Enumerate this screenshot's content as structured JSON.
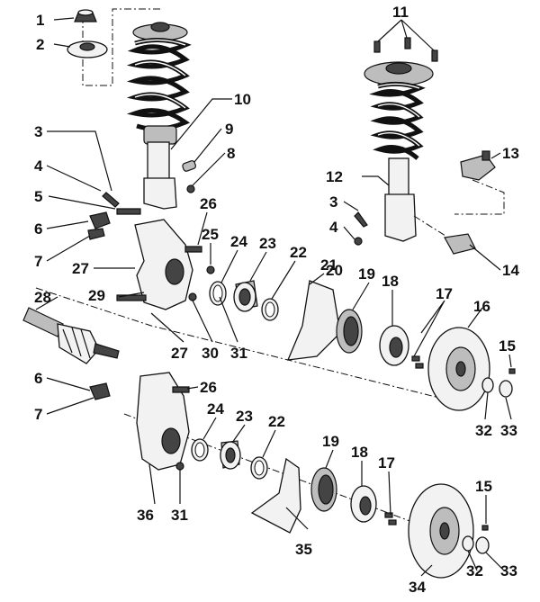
{
  "labels": [
    {
      "id": "1",
      "text": "1"
    },
    {
      "id": "2",
      "text": "2"
    },
    {
      "id": "3a",
      "text": "3"
    },
    {
      "id": "3b",
      "text": "3"
    },
    {
      "id": "4a",
      "text": "4"
    },
    {
      "id": "4b",
      "text": "4"
    },
    {
      "id": "5",
      "text": "5"
    },
    {
      "id": "6a",
      "text": "6"
    },
    {
      "id": "6b",
      "text": "6"
    },
    {
      "id": "7a",
      "text": "7"
    },
    {
      "id": "7b",
      "text": "7"
    },
    {
      "id": "8",
      "text": "8"
    },
    {
      "id": "9",
      "text": "9"
    },
    {
      "id": "10",
      "text": "10"
    },
    {
      "id": "11",
      "text": "11"
    },
    {
      "id": "12",
      "text": "12"
    },
    {
      "id": "13",
      "text": "13"
    },
    {
      "id": "14",
      "text": "14"
    },
    {
      "id": "15a",
      "text": "15"
    },
    {
      "id": "15b",
      "text": "15"
    },
    {
      "id": "16",
      "text": "16"
    },
    {
      "id": "17a",
      "text": "17"
    },
    {
      "id": "17b",
      "text": "17"
    },
    {
      "id": "18a",
      "text": "18"
    },
    {
      "id": "18b",
      "text": "18"
    },
    {
      "id": "19a",
      "text": "19"
    },
    {
      "id": "19b",
      "text": "19"
    },
    {
      "id": "20",
      "text": "20"
    },
    {
      "id": "21",
      "text": "21"
    },
    {
      "id": "22a",
      "text": "22"
    },
    {
      "id": "22b",
      "text": "22"
    },
    {
      "id": "23a",
      "text": "23"
    },
    {
      "id": "23b",
      "text": "23"
    },
    {
      "id": "24a",
      "text": "24"
    },
    {
      "id": "24b",
      "text": "24"
    },
    {
      "id": "25",
      "text": "25"
    },
    {
      "id": "26a",
      "text": "26"
    },
    {
      "id": "26b",
      "text": "26"
    },
    {
      "id": "27a",
      "text": "27"
    },
    {
      "id": "27b",
      "text": "27"
    },
    {
      "id": "28",
      "text": "28"
    },
    {
      "id": "29",
      "text": "29"
    },
    {
      "id": "30",
      "text": "30"
    },
    {
      "id": "31a",
      "text": "31"
    },
    {
      "id": "31b",
      "text": "31"
    },
    {
      "id": "32a",
      "text": "32"
    },
    {
      "id": "32b",
      "text": "32"
    },
    {
      "id": "33a",
      "text": "33"
    },
    {
      "id": "33b",
      "text": "33"
    },
    {
      "id": "34",
      "text": "34"
    },
    {
      "id": "35",
      "text": "35"
    },
    {
      "id": "36",
      "text": "36"
    }
  ]
}
